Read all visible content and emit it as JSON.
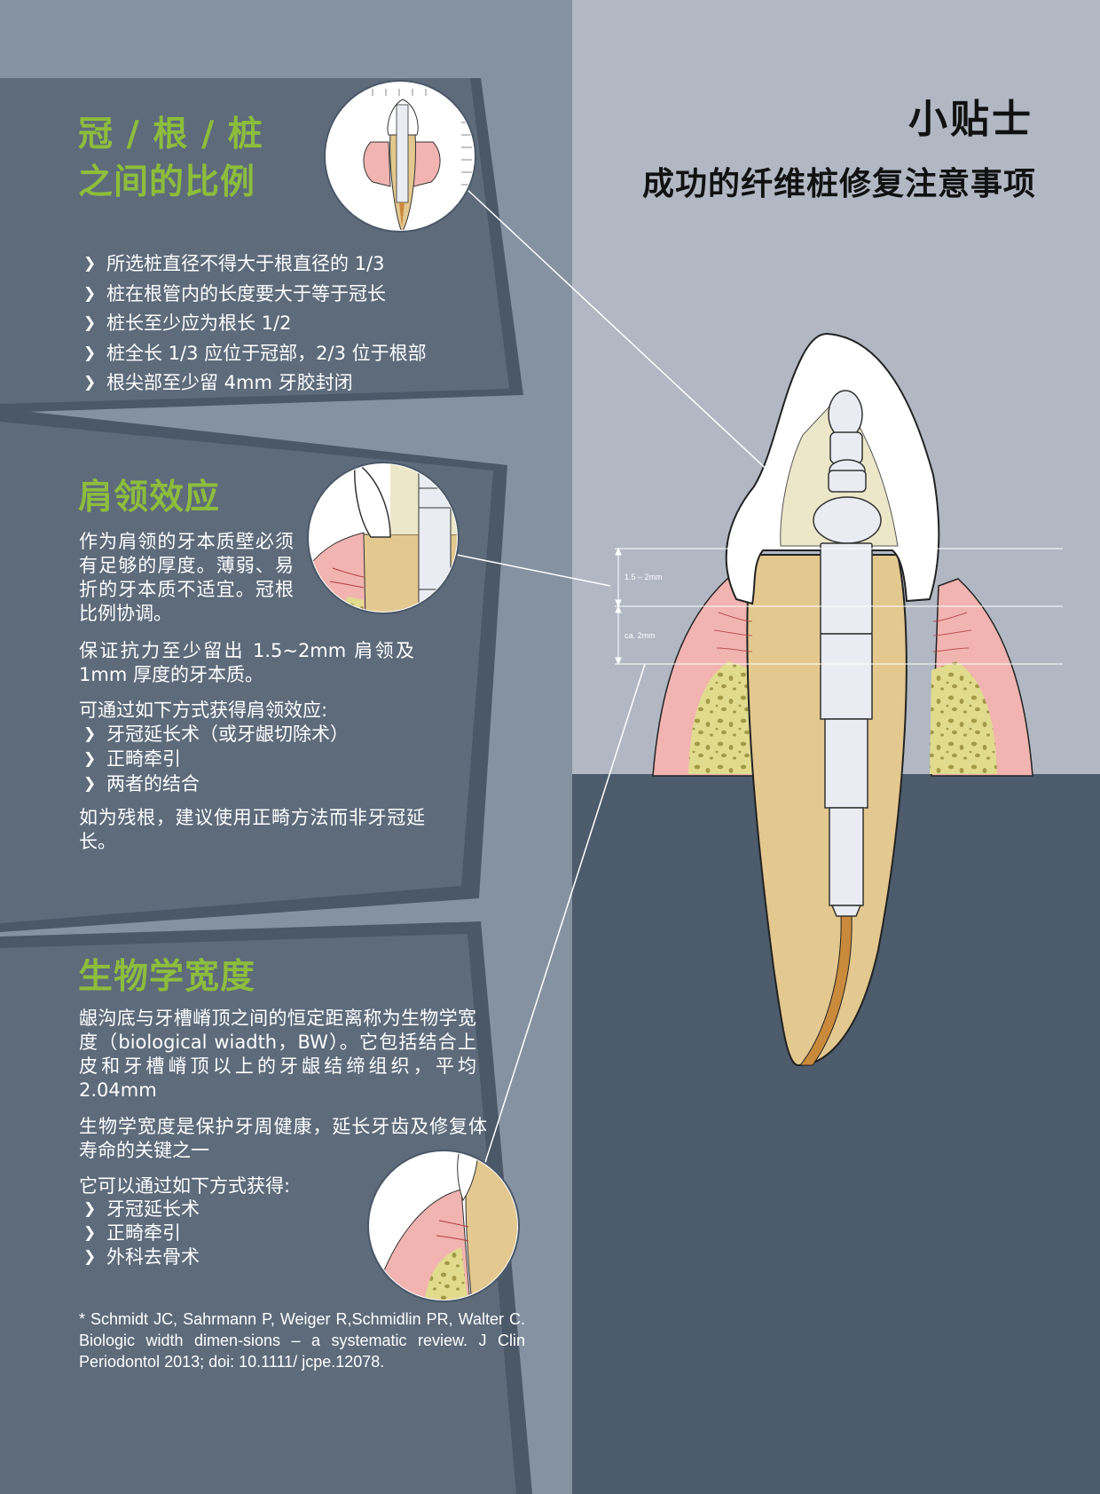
{
  "header": {
    "title": "小贴士",
    "subtitle": "成功的纤维桩修复注意事项"
  },
  "section1": {
    "heading_lines": [
      "冠 / 根 / 桩",
      "之间的比例"
    ],
    "items": [
      "所选桩直径不得大于根直径的 1/3",
      "桩在根管内的长度要大于等于冠长",
      "桩长至少应为根长 1/2",
      "桩全长 1/3 应位于冠部，2/3 位于根部",
      "根尖部至少留 4mm 牙胶封闭"
    ]
  },
  "section2": {
    "heading": "肩领效应",
    "para1": "作为肩领的牙本质壁必须有足够的厚度。薄弱、易折的牙本质不适宜。冠根比例协调。",
    "para2": "保证抗力至少留出 1.5~2mm 肩领及 1mm 厚度的牙本质。",
    "para3": "可通过如下方式获得肩领效应:",
    "items": [
      "牙冠延长术（或牙龈切除术）",
      "正畸牵引",
      "两者的结合"
    ],
    "para4": "如为残根，建议使用正畸方法而非牙冠延长。"
  },
  "section3": {
    "heading": "生物学宽度",
    "para1": "龈沟底与牙槽嵴顶之间的恒定距离称为生物学宽度（biological wiadth，BW）。它包括结合上皮和牙槽嵴顶以上的牙龈结缔组织，平均 2.04mm",
    "para2": "生物学宽度是保护牙周健康，延长牙齿及修复体寿命的关键之一",
    "para3": "它可以通过如下方式获得:",
    "items": [
      "牙冠延长术",
      "正畸牵引",
      "外科去骨术"
    ],
    "reference": "* Schmidt JC, Sahrmann P, Weiger R,Schmidlin PR, Walter C. Biologic width dimen-sions – a systematic review. J Clin Periodontol 2013; doi: 10.1111/ jcpe.12078."
  },
  "diagram": {
    "dim_label_1": "1.5 – 2mm",
    "dim_label_2": "ca. 2mm"
  },
  "colors": {
    "panel_dark": "#5d6b7b",
    "panel_border": "#4a5868",
    "left_column": "#8592a1",
    "right_light": "#b1b8c3",
    "right_dark": "#4d5c6d",
    "accent_green": "#8dbd3c",
    "enamel": "#ffffff",
    "dentin": "#e3c88f",
    "gum": "#f1b4b0",
    "bone": "#e1db8e",
    "gutta_percha": "#c98a3c"
  }
}
